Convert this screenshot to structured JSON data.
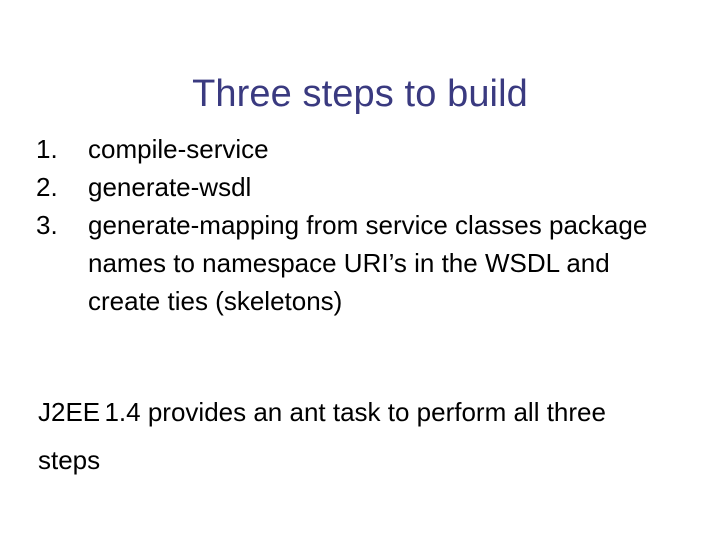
{
  "slide": {
    "title": "Three steps to build",
    "title_color": "#3a3a80",
    "body_color": "#000000",
    "background_color": "#ffffff",
    "steps": [
      {
        "number": "1.",
        "text": "compile-service"
      },
      {
        "number": "2.",
        "text": "generate-wsdl"
      },
      {
        "number": "3.",
        "text": "generate-mapping from service classes package names to namespace URI’s in the WSDL and create ties (skeletons)"
      }
    ],
    "closing_paragraph": "J2EE 1.4 provides an ant task to perform all three steps"
  }
}
